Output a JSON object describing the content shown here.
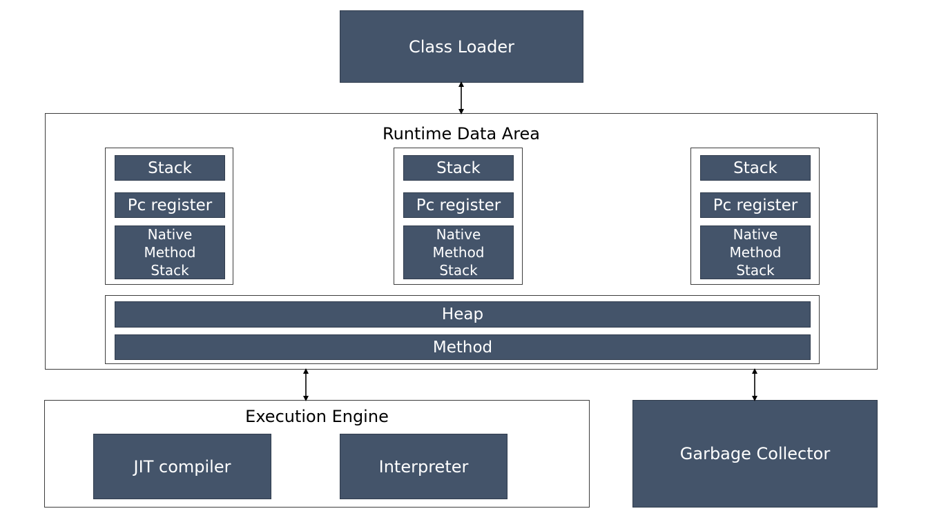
{
  "class_loader": {
    "label": "Class Loader"
  },
  "runtime": {
    "title": "Runtime Data Area",
    "threads": [
      {
        "stack": "Stack",
        "pc": "Pc register",
        "native": [
          "Native",
          "Method",
          "Stack"
        ]
      },
      {
        "stack": "Stack",
        "pc": "Pc register",
        "native": [
          "Native",
          "Method",
          "Stack"
        ]
      },
      {
        "stack": "Stack",
        "pc": "Pc register",
        "native": [
          "Native",
          "Method",
          "Stack"
        ]
      }
    ],
    "heap": "Heap",
    "method": "Method"
  },
  "execution_engine": {
    "title": "Execution Engine",
    "jit": "JIT compiler",
    "interpreter": "Interpreter"
  },
  "garbage_collector": {
    "label": "Garbage Collector"
  },
  "colors": {
    "box_fill": "#44546a",
    "outline": "#3b3b3b",
    "text_light": "#ffffff",
    "text_dark": "#000000"
  }
}
